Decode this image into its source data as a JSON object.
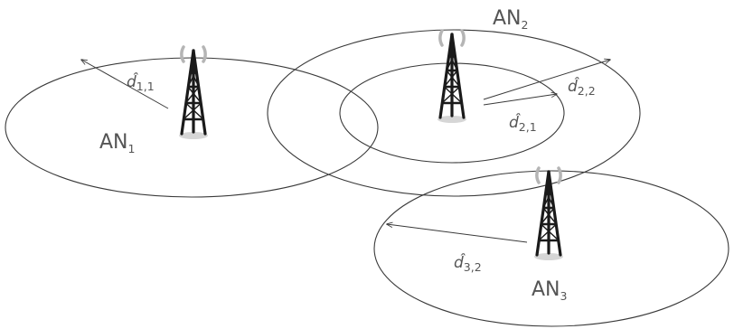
{
  "nodes": [
    {
      "id": "an1",
      "label": "AN",
      "sub": "1"
    },
    {
      "id": "an2",
      "label": "AN",
      "sub": "2"
    },
    {
      "id": "an3",
      "label": "AN",
      "sub": "3"
    }
  ],
  "distances": [
    {
      "id": "d11",
      "symbol": "d̂",
      "sub": "1,1"
    },
    {
      "id": "d22",
      "symbol": "d̂",
      "sub": "2,2"
    },
    {
      "id": "d21",
      "symbol": "d̂",
      "sub": "2,1"
    },
    {
      "id": "d32",
      "symbol": "d̂",
      "sub": "3,2"
    }
  ],
  "colors": {
    "ring": "#3a3a3a",
    "tower": "#1a1a1a",
    "signal_wave": "#b5b5b5",
    "label": "#555555"
  },
  "icons": [
    "antenna-tower-icon",
    "signal-wave-icon"
  ]
}
